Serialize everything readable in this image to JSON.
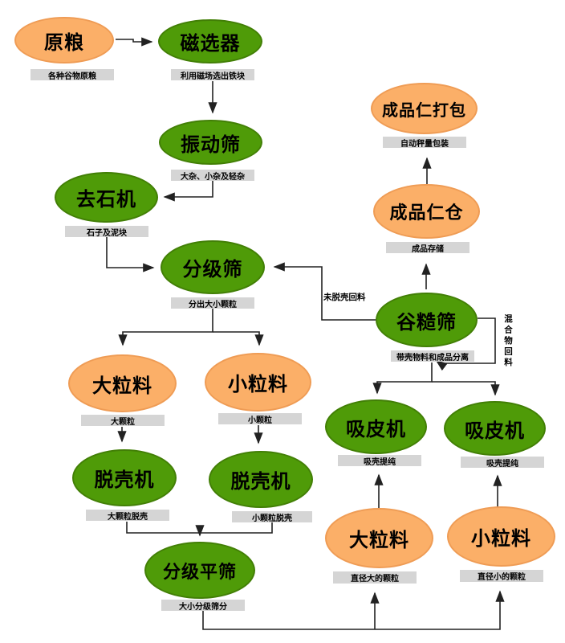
{
  "diagram": {
    "type": "flowchart",
    "language": "zh-CN",
    "colors": {
      "background": "#FFFFFF",
      "node_orange_fill": "#FBAF68",
      "node_orange_border": "#EF9C55",
      "node_green_fill": "#4F9B08",
      "node_green_border": "#427F06",
      "caption_bg": "#D5D5D5",
      "caption_text": "#000000",
      "connector": "#222222"
    },
    "nodes": [
      {
        "label": "原粮",
        "caption": "各种谷物原粮",
        "type": "orange"
      },
      {
        "label": "磁选器",
        "caption": "利用磁场选出铁块",
        "type": "green"
      },
      {
        "label": "振动筛",
        "caption": "大杂、小杂及轻杂",
        "type": "green"
      },
      {
        "label": "去石机",
        "caption": "石子及泥块",
        "type": "green"
      },
      {
        "label": "分级筛",
        "caption": "分出大小颗粒",
        "type": "green"
      },
      {
        "label": "大粒料",
        "caption": "大颗粒",
        "type": "orange"
      },
      {
        "label": "小粒料",
        "caption": "小颗粒",
        "type": "orange"
      },
      {
        "label": "脱壳机",
        "caption": "大颗粒脱壳",
        "type": "green"
      },
      {
        "label": "脱壳机",
        "caption": "小颗粒脱壳",
        "type": "green"
      },
      {
        "label": "分级平筛",
        "caption": "大小分级筛分",
        "type": "green"
      },
      {
        "label": "谷糙筛",
        "caption": "带壳物料和成品分离",
        "type": "green"
      },
      {
        "label": "成品仁仓",
        "caption": "成品存储",
        "type": "orange"
      },
      {
        "label": "成品仁打包",
        "caption": "自动秤量包装",
        "type": "orange"
      },
      {
        "label": "吸皮机",
        "caption": "吸壳提纯",
        "type": "green"
      },
      {
        "label": "吸皮机",
        "caption": "吸壳提纯",
        "type": "green"
      },
      {
        "label": "大粒料",
        "caption": "直径大的颗粒",
        "type": "orange"
      },
      {
        "label": "小粒料",
        "caption": "直径小的颗粒",
        "type": "orange"
      }
    ],
    "edge_labels": [
      {
        "text": "未脱壳回料",
        "orientation": "horizontal"
      },
      {
        "text": "混合物回料",
        "orientation": "vertical"
      }
    ]
  }
}
